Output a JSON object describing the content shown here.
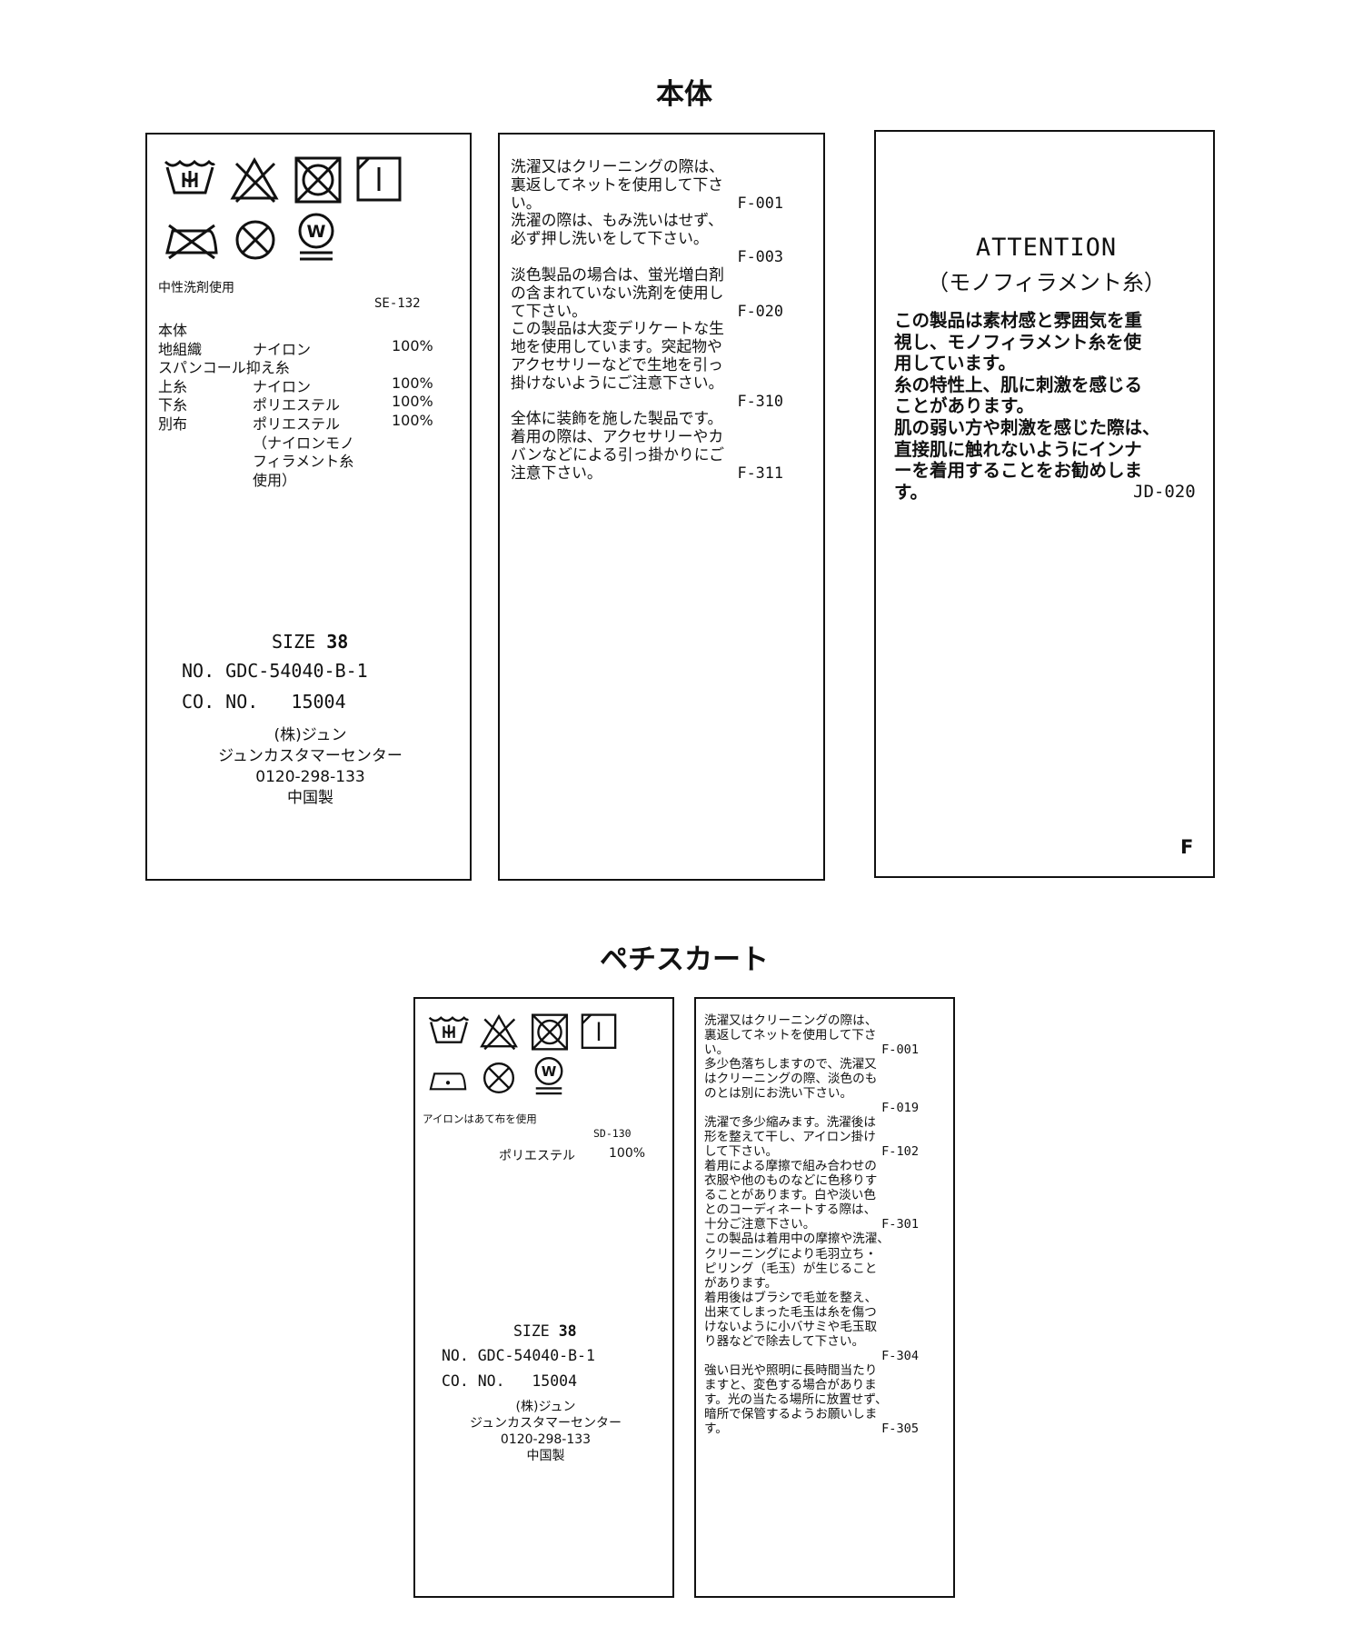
{
  "sections": {
    "main_title": "本体",
    "petticoat_title": "ペチスカート"
  },
  "icons": [
    "wash-tub-30-icon",
    "no-bleach-icon",
    "no-tumble-dry-icon",
    "line-dry-icon",
    "no-iron-icon",
    "no-dry-clean-icon",
    "wet-clean-gentle-icon",
    "iron-low-icon"
  ],
  "main_label": {
    "care_note": "中性洗剤使用",
    "code": "SE-132",
    "composition": [
      {
        "part": "本体",
        "material": "",
        "pct": ""
      },
      {
        "part": "地組織",
        "material": "ナイロン",
        "pct": "100%"
      },
      {
        "part": "スパンコール抑え糸",
        "material": "",
        "pct": ""
      },
      {
        "part": "上糸",
        "material": "ナイロン",
        "pct": "100%"
      },
      {
        "part": "下糸",
        "material": "ポリエステル",
        "pct": "100%"
      },
      {
        "part": "別布",
        "material": "ポリエステル",
        "pct": "100%"
      },
      {
        "part": "",
        "material": "（ナイロンモノ",
        "pct": ""
      },
      {
        "part": "",
        "material": "フィラメント糸",
        "pct": ""
      },
      {
        "part": "",
        "material": "使用）",
        "pct": ""
      }
    ],
    "size_label": "SIZE",
    "size_value": "38",
    "no": "NO. GDC-54040-B-1",
    "co_no": "CO. NO.",
    "co_no_value": "15004",
    "company": "(株)ジュン",
    "center": "ジュンカスタマーセンター",
    "phone": "0120-298-133",
    "origin": "中国製"
  },
  "main_notes": [
    {
      "text": "洗濯又はクリーニングの際は、\n裏返してネットを使用して下さ\nい。",
      "code": "F-001",
      "inline": true
    },
    {
      "text": "洗濯の際は、もみ洗いはせず、\n必ず押し洗いをして下さい。",
      "code": "F-003",
      "inline": false
    },
    {
      "text": "淡色製品の場合は、蛍光増白剤\nの含まれていない洗剤を使用し\nて下さい。",
      "code": "F-020",
      "inline": true
    },
    {
      "text": "この製品は大変デリケートな生\n地を使用しています。突起物や\nアクセサリーなどで生地を引っ\n掛けないようにご注意下さい。",
      "code": "F-310",
      "inline": false
    },
    {
      "text": "全体に装飾を施した製品です。\n着用の際は、アクセサリーやカ\nバンなどによる引っ掛かりにご\n注意下さい。",
      "code": "F-311",
      "inline": true
    }
  ],
  "attention": {
    "title": "ATTENTION",
    "subtitle": "（モノフィラメント糸）",
    "body": "この製品は素材感と雰囲気を重\n視し、モノフィラメント糸を使\n用しています。\n糸の特性上、肌に刺激を感じる\nことがあります。\n肌の弱い方や刺激を感じた際は、\n直接肌に触れないようにインナ\nーを着用することをお勧めしま\nす。",
    "code": "JD-020",
    "mark": "F"
  },
  "petti_label": {
    "care_note": "アイロンはあて布を使用",
    "code": "SD-130",
    "material": "ポリエステル",
    "pct": "100%",
    "size_label": "SIZE",
    "size_value": "38",
    "no": "NO. GDC-54040-B-1",
    "co_no": "CO. NO.",
    "co_no_value": "15004",
    "company": "(株)ジュン",
    "center": "ジュンカスタマーセンター",
    "phone": "0120-298-133",
    "origin": "中国製"
  },
  "petti_notes": [
    {
      "text": "洗濯又はクリーニングの際は、\n裏返してネットを使用して下さ\nい。",
      "code": "F-001",
      "inline": true
    },
    {
      "text": "多少色落ちしますので、洗濯又\nはクリーニングの際、淡色のも\nのとは別にお洗い下さい。",
      "code": "F-019",
      "inline": false
    },
    {
      "text": "洗濯で多少縮みます。洗濯後は\n形を整えて干し、アイロン掛け\nして下さい。",
      "code": "F-102",
      "inline": true
    },
    {
      "text": "着用による摩擦で組み合わせの\n衣服や他のものなどに色移りす\nることがあります。白や淡い色\nとのコーディネートする際は、\n十分ご注意下さい。",
      "code": "F-301",
      "inline": true
    },
    {
      "text": "この製品は着用中の摩擦や洗濯、\nクリーニングにより毛羽立ち・\nピリング（毛玉）が生じること\nがあります。\n着用後はブラシで毛並を整え、\n出来てしまった毛玉は糸を傷つ\nけないように小バサミや毛玉取\nり器などで除去して下さい。",
      "code": "F-304",
      "inline": false
    },
    {
      "text": "強い日光や照明に長時間当たり\nますと、変色する場合がありま\nす。光の当たる場所に放置せず、\n暗所で保管するようお願いしま\nす。",
      "code": "F-305",
      "inline": true
    }
  ]
}
